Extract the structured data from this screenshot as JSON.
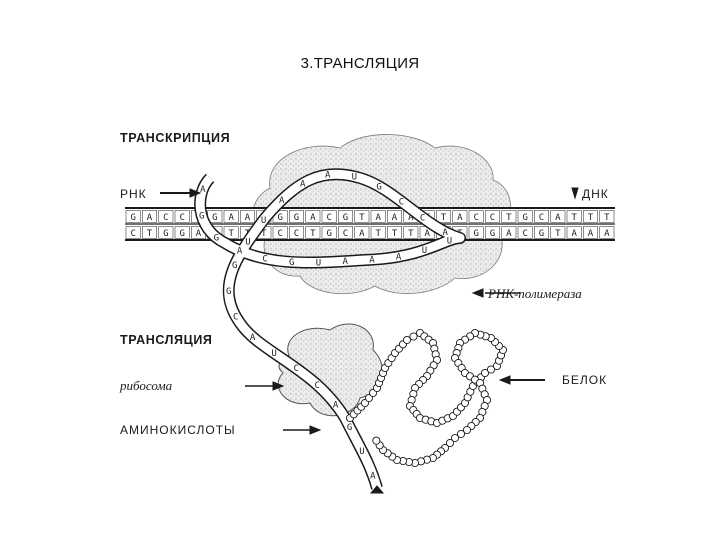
{
  "slide": {
    "title": "3.ТРАНСЛЯЦИЯ"
  },
  "diagram": {
    "labels": {
      "transcription": "ТРАНСКРИПЦИЯ",
      "rna": "РНК",
      "dna": "ДНК",
      "rna_polymerase": "РНК-полимераза",
      "translation": "ТРАНСЛЯЦИЯ",
      "ribosome": "рибосома",
      "protein": "БЕЛОК",
      "amino_acids": "АМИНОКИСЛОТЫ"
    },
    "dna_top_strand": "GACCTGAAAGGACGTAAATTACCTGCATTT",
    "dna_bottom_strand": "CTGGACTTTCCTGCATTTAATGGACGTAAA",
    "rna_strand": "AGGACGUAAAUUACCGUAAAUUGGCAUCCAGUA",
    "colors": {
      "ink": "#1a1a1a",
      "cloud_fill": "#e6e6e6",
      "cloud_stipple": "#9a9a9a"
    }
  }
}
